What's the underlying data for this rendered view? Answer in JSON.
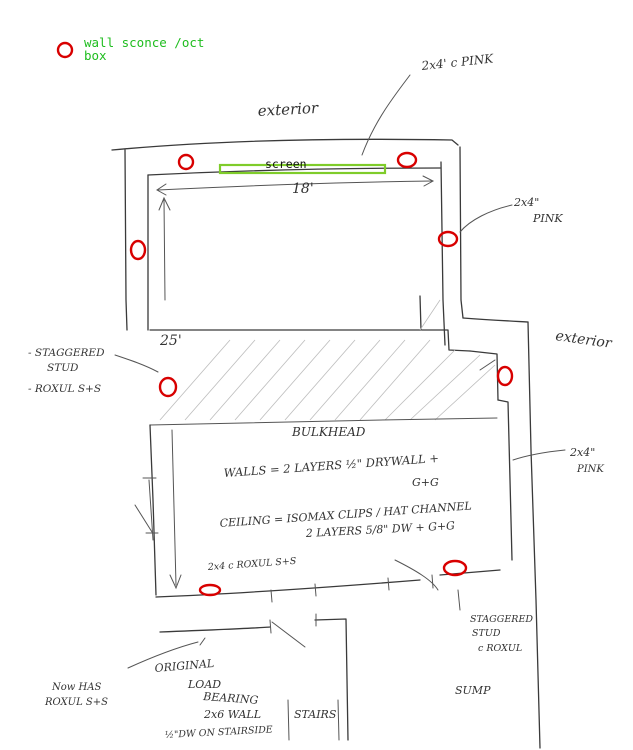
{
  "legend": {
    "text": "wall sconce /oct\nbox",
    "color": "#1fbd1f",
    "symbol_color": "#d80000"
  },
  "labels": {
    "exterior_top": "exterior",
    "exterior_right": "exterior",
    "screen": "screen",
    "dim_width": "18'",
    "dim_length": "25'",
    "bulkhead": "BULKHEAD",
    "pink_top": "2x4' c PINK",
    "pink_right_a": "2x4\"",
    "pink_right_a2": "PINK",
    "pink_right_b": "2x4\"",
    "pink_right_b2": "PINK",
    "staggered_left_1": "- STAGGERED",
    "staggered_left_2": "STUD",
    "staggered_left_3": "- ROXUL S+S",
    "walls_1": "WALLS = 2 LAYERS ½\" DRYWALL +",
    "walls_2": "G+G",
    "ceiling_1": "CEILING = ISOMAX CLIPS / HAT CHANNEL",
    "ceiling_2": "2 LAYERS 5/8\" DW + G+G",
    "roxul_bottom": "2x4 c ROXUL S+S",
    "staggered_bottom_1": "STAGGERED",
    "staggered_bottom_2": "STUD",
    "staggered_bottom_3": "c ROXUL",
    "original_1": "ORIGINAL",
    "original_2": "LOAD",
    "original_3": "BEARING",
    "original_4": "2x6 WALL",
    "original_5": "½\"DW ON STAIRSIDE",
    "now_has_1": "Now HAS",
    "now_has_2": "ROXUL S+S",
    "stairs": "STAIRS",
    "sump": "SUMP"
  }
}
